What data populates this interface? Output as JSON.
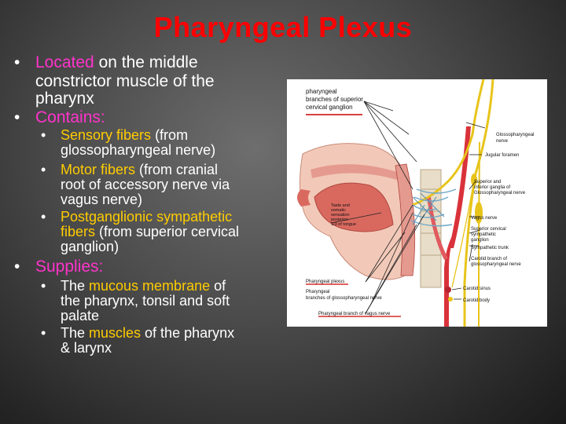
{
  "title": "Pharyngeal Plexus",
  "bullets": {
    "b1_highlight": "Located",
    "b1_line1_rest": " on the middle",
    "b1_line2": "constrictor muscle of the",
    "b1_line3": "pharynx",
    "b2": "Contains:",
    "sub1_highlight": "Sensory fibers",
    "sub1_line1_rest": " (from",
    "sub1_line2": "glossopharyngeal nerve)",
    "sub2_highlight": "Motor fibers",
    "sub2_line1_rest": " (from cranial",
    "sub2_line2": "root of accessory nerve via",
    "sub2_line3": "vagus nerve)",
    "sub3_line1": "Postganglionic sympathetic",
    "sub3_highlight2": "fibers",
    "sub3_line2_rest": " (from superior cervical",
    "sub3_line3": "ganglion)",
    "b3": "Supplies:",
    "sub4_pre": "The ",
    "sub4_highlight": "mucous membrane",
    "sub4_line1_rest": " of",
    "sub4_line2": "the pharynx, tonsil and soft",
    "sub4_line3": "palate",
    "sub5_pre": "The ",
    "sub5_highlight": "muscles",
    "sub5_line1_rest": " of the pharynx",
    "sub5_line2": "& larynx"
  },
  "diagram": {
    "label_top_1": "pharyngeal",
    "label_top_2": "branches of superior",
    "label_top_3": "cervical ganglion",
    "label_glosso_1": "Glossopharyngeal",
    "label_glosso_2": "nerve",
    "label_jugular": "Jugular foramen",
    "label_ganglia_1": "Superior and",
    "label_ganglia_2": "inferior ganglia of",
    "label_ganglia_3": "Glossopharyngeal nerve",
    "label_vagus": "Vagus nerve",
    "label_sup_cerv_1": "Superior cervical",
    "label_sup_cerv_2": "sympathetic",
    "label_sup_cerv_3": "ganglion",
    "label_symp_trunk": "Sympathetic trunk",
    "label_carotid_branch_1": "Carotid branch of",
    "label_carotid_branch_2": "glossopharyngeal nerve",
    "label_carotid_sinus": "Carotid sinus",
    "label_carotid_body": "Carotid body",
    "label_taste_1": "Taste and",
    "label_taste_2": "somatic",
    "label_taste_3": "sensation",
    "label_taste_4": "posterior",
    "label_taste_5": "1/3 of tongue",
    "label_plexus": "Pharyngeal plexus",
    "label_glosso_branches_1": "Pharyngeal",
    "label_glosso_branches_2": "branches of glossopharyngeal nerve",
    "label_vagus_branch": "Pharyngeal branch of vagus nerve",
    "colors": {
      "nerve": "#e8c41a",
      "artery": "#d9323a",
      "underline": "#cc0000",
      "tissue": "#e59a8f"
    }
  }
}
